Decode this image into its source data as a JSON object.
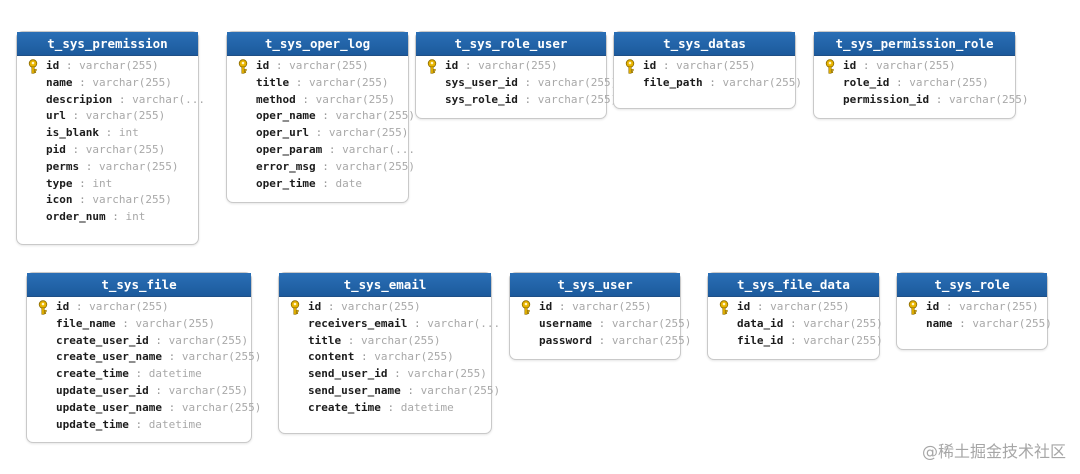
{
  "colors": {
    "header": "#1c5a9c",
    "type_text": "#a8a8a8",
    "border": "#c9c9c9"
  },
  "icons": {
    "primary_key": "key-icon"
  },
  "tables": [
    {
      "name": "t_sys_premission",
      "fields": [
        {
          "name": "id",
          "type": "varchar(255)",
          "pk": true
        },
        {
          "name": "name",
          "type": "varchar(255)"
        },
        {
          "name": "descripion",
          "type": "varchar(..."
        },
        {
          "name": "url",
          "type": "varchar(255)"
        },
        {
          "name": "is_blank",
          "type": "int"
        },
        {
          "name": "pid",
          "type": "varchar(255)"
        },
        {
          "name": "perms",
          "type": "varchar(255)"
        },
        {
          "name": "type",
          "type": "int"
        },
        {
          "name": "icon",
          "type": "varchar(255)"
        },
        {
          "name": "order_num",
          "type": "int"
        }
      ]
    },
    {
      "name": "t_sys_oper_log",
      "fields": [
        {
          "name": "id",
          "type": "varchar(255)",
          "pk": true
        },
        {
          "name": "title",
          "type": "varchar(255)"
        },
        {
          "name": "method",
          "type": "varchar(255)"
        },
        {
          "name": "oper_name",
          "type": "varchar(255)"
        },
        {
          "name": "oper_url",
          "type": "varchar(255)"
        },
        {
          "name": "oper_param",
          "type": "varchar(..."
        },
        {
          "name": "error_msg",
          "type": "varchar(255)"
        },
        {
          "name": "oper_time",
          "type": "date"
        }
      ]
    },
    {
      "name": "t_sys_role_user",
      "fields": [
        {
          "name": "id",
          "type": "varchar(255)",
          "pk": true
        },
        {
          "name": "sys_user_id",
          "type": "varchar(255)"
        },
        {
          "name": "sys_role_id",
          "type": "varchar(255)"
        }
      ]
    },
    {
      "name": "t_sys_datas",
      "fields": [
        {
          "name": "id",
          "type": "varchar(255)",
          "pk": true
        },
        {
          "name": "file_path",
          "type": "varchar(255)"
        }
      ]
    },
    {
      "name": "t_sys_permission_role",
      "fields": [
        {
          "name": "id",
          "type": "varchar(255)",
          "pk": true
        },
        {
          "name": "role_id",
          "type": "varchar(255)"
        },
        {
          "name": "permission_id",
          "type": "varchar(255)"
        }
      ]
    },
    {
      "name": "t_sys_file",
      "fields": [
        {
          "name": "id",
          "type": "varchar(255)",
          "pk": true
        },
        {
          "name": "file_name",
          "type": "varchar(255)"
        },
        {
          "name": "create_user_id",
          "type": "varchar(255)"
        },
        {
          "name": "create_user_name",
          "type": "varchar(255)"
        },
        {
          "name": "create_time",
          "type": "datetime"
        },
        {
          "name": "update_user_id",
          "type": "varchar(255)"
        },
        {
          "name": "update_user_name",
          "type": "varchar(255)"
        },
        {
          "name": "update_time",
          "type": "datetime"
        }
      ]
    },
    {
      "name": "t_sys_email",
      "fields": [
        {
          "name": "id",
          "type": "varchar(255)",
          "pk": true
        },
        {
          "name": "receivers_email",
          "type": "varchar(..."
        },
        {
          "name": "title",
          "type": "varchar(255)"
        },
        {
          "name": "content",
          "type": "varchar(255)"
        },
        {
          "name": "send_user_id",
          "type": "varchar(255)"
        },
        {
          "name": "send_user_name",
          "type": "varchar(255)"
        },
        {
          "name": "create_time",
          "type": "datetime"
        }
      ]
    },
    {
      "name": "t_sys_user",
      "fields": [
        {
          "name": "id",
          "type": "varchar(255)",
          "pk": true
        },
        {
          "name": "username",
          "type": "varchar(255)"
        },
        {
          "name": "password",
          "type": "varchar(255)"
        }
      ]
    },
    {
      "name": "t_sys_file_data",
      "fields": [
        {
          "name": "id",
          "type": "varchar(255)",
          "pk": true
        },
        {
          "name": "data_id",
          "type": "varchar(255)"
        },
        {
          "name": "file_id",
          "type": "varchar(255)"
        }
      ]
    },
    {
      "name": "t_sys_role",
      "fields": [
        {
          "name": "id",
          "type": "varchar(255)",
          "pk": true
        },
        {
          "name": "name",
          "type": "varchar(255)"
        }
      ]
    }
  ],
  "watermark": "@稀土掘金技术社区"
}
